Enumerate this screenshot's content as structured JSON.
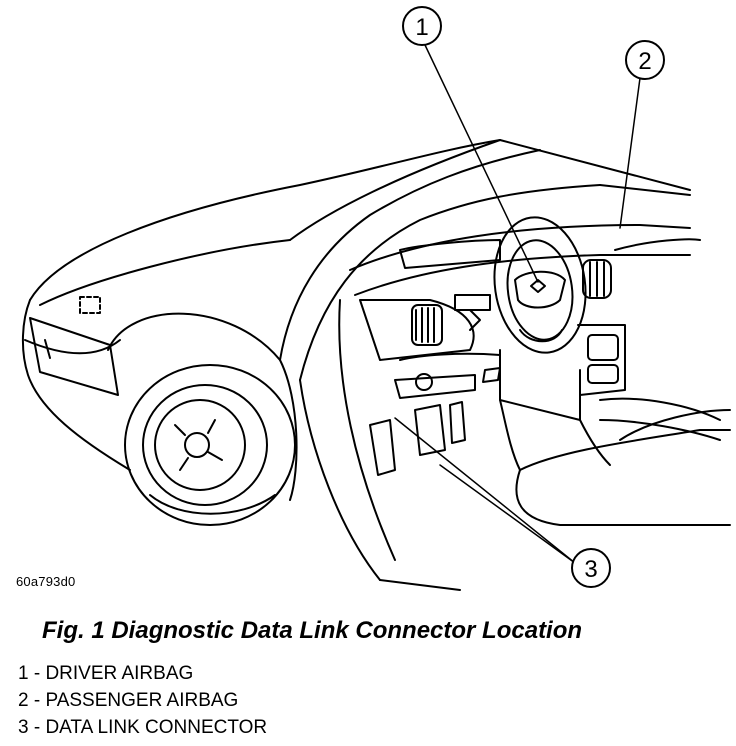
{
  "figure_id": "60a793d0",
  "caption": "Fig. 1 Diagnostic Data Link Connector Location",
  "callouts": [
    {
      "number": "1"
    },
    {
      "number": "2"
    },
    {
      "number": "3"
    }
  ],
  "legend": [
    {
      "text": "1 - DRIVER AIRBAG"
    },
    {
      "text": "2 - PASSENGER AIRBAG"
    },
    {
      "text": "3 - DATA LINK CONNECTOR"
    }
  ]
}
